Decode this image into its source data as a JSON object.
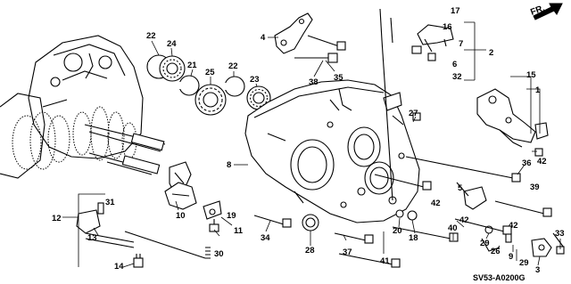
{
  "callouts": {
    "n1": "1",
    "n2": "2",
    "n3": "3",
    "n4": "4",
    "n5": "5",
    "n6": "6",
    "n7": "7",
    "n8": "8",
    "n9": "9",
    "n10": "10",
    "n11": "11",
    "n12": "12",
    "n13": "13",
    "n14": "14",
    "n15": "15",
    "n16": "16",
    "n17": "17",
    "n18": "18",
    "n19": "19",
    "n20": "20",
    "n21": "21",
    "n22a": "22",
    "n22b": "22",
    "n23": "23",
    "n24": "24",
    "n25": "25",
    "n26": "26",
    "n27": "27",
    "n28": "28",
    "n29a": "29",
    "n29b": "29",
    "n30": "30",
    "n31": "31",
    "n32": "32",
    "n33": "33",
    "n34": "34",
    "n35": "35",
    "n36": "36",
    "n37": "37",
    "n38": "38",
    "n39": "39",
    "n40": "40",
    "n41": "41",
    "n42a": "42",
    "n42b": "42",
    "n42c": "42",
    "n42d": "42"
  },
  "direction_label": "FR.",
  "diagram_code": "SV53-A0200G"
}
